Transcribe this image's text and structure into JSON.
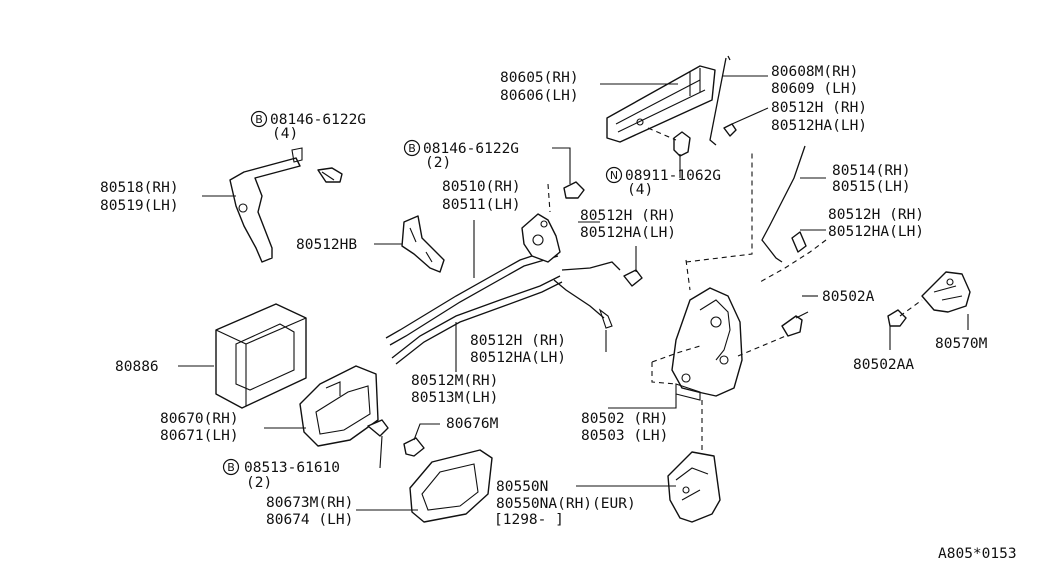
{
  "labels": {
    "p80605": "80605(RH)",
    "p80606": "80606(LH)",
    "p80608m": "80608M(RH)",
    "p80609": "80609 (LH)",
    "p80512h_top": "80512H (RH)",
    "p80512ha_top": "80512HA(LH)",
    "p80514": "80514(RH)",
    "p80515": "80515(LH)",
    "p80512h_right": "80512H (RH)",
    "p80512ha_right": "80512HA(LH)",
    "bolt1_num": "08146-6122G",
    "bolt1_qty": "(4)",
    "bolt2_num": "08146-6122G",
    "bolt2_qty": "(2)",
    "nut_num": "08911-1062G",
    "nut_qty": "(4)",
    "p80518": "80518(RH)",
    "p80519": "80519(LH)",
    "p80510": "80510(RH)",
    "p80511": "80511(LH)",
    "p80512h_mid": "80512H (RH)",
    "p80512ha_mid": "80512HA(LH)",
    "p80512hb": "80512HB",
    "p80502a": "80502A",
    "p80502aa": "80502AA",
    "p80570m": "80570M",
    "p80886": "80886",
    "p80512h_low": "80512H (RH)",
    "p80512ha_low": "80512HA(LH)",
    "p80512m": "80512M(RH)",
    "p80513m": "80513M(LH)",
    "p80670": "80670(RH)",
    "p80671": "80671(LH)",
    "p80676m": "80676M",
    "p80502": "80502 (RH)",
    "p80503": "80503 (LH)",
    "screw_num": "08513-61610",
    "screw_qty": "(2)",
    "p80550n": "80550N",
    "p80550na": "80550NA(RH)(EUR)",
    "p80550_date": "[1298-     ]",
    "p80673m": "80673M(RH)",
    "p80674": "80674 (LH)",
    "diagram_code": "A805*0153"
  },
  "markers": {
    "bolt": "B",
    "nut": "N"
  }
}
